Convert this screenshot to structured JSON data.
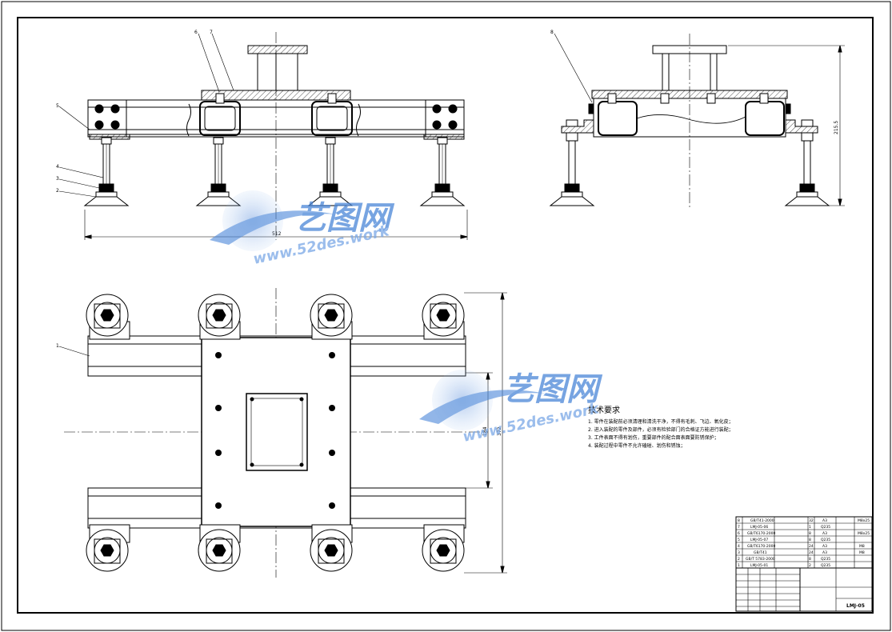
{
  "colors": {
    "line": "#000000",
    "centerline": "#000000",
    "watermark": "#4a86d8",
    "watermark_light": "#a9c8f0"
  },
  "dimensions": {
    "front_width": "512",
    "side_height": "215.5",
    "plan_inner_height": "184",
    "plan_outer_height": "372"
  },
  "leader_labels": [
    "1",
    "2",
    "3",
    "4",
    "5",
    "6",
    "7",
    "8"
  ],
  "technical_requirements": {
    "title": "技术要求",
    "items": [
      "1. 零件在装配前必须清理和清洗干净，不得有毛刺、飞边、氧化皮；",
      "2. 进入装配的零件及部件，必须有检验部门的合格证方能进行装配；",
      "3. 工件表面不得有划伤，重要部件的配合面表面要防锈保护；",
      "4. 装配过程中零件不允许磕碰、划伤和锈蚀；"
    ]
  },
  "title_block": {
    "parts": [
      {
        "no": "8",
        "code": "GB/T41-2000",
        "qty": "32",
        "material": "A3",
        "note": "M8x25"
      },
      {
        "no": "7",
        "code": "LMJ-05-06",
        "qty": "1",
        "material": "Q235",
        "note": ""
      },
      {
        "no": "6",
        "code": "GB/T6170-2000",
        "qty": "8",
        "material": "A3",
        "note": "M8x25"
      },
      {
        "no": "5",
        "code": "LMJ-05-07",
        "qty": "8",
        "material": "Q235",
        "note": ""
      },
      {
        "no": "4",
        "code": "GB/T6170-2000",
        "qty": "24",
        "material": "A3",
        "note": "M8"
      },
      {
        "no": "3",
        "code": "GB/T41",
        "qty": "24",
        "material": "A3",
        "note": "M8"
      },
      {
        "no": "2",
        "code": "GB/T 5783-2000",
        "qty": "8",
        "material": "Q235",
        "note": ""
      },
      {
        "no": "1",
        "code": "LMJ-05-01",
        "qty": "2",
        "material": "Q235",
        "note": ""
      }
    ],
    "drawing_number": "LMJ-05"
  },
  "watermark": {
    "brand": "艺图网",
    "url": "www.52des.work"
  }
}
